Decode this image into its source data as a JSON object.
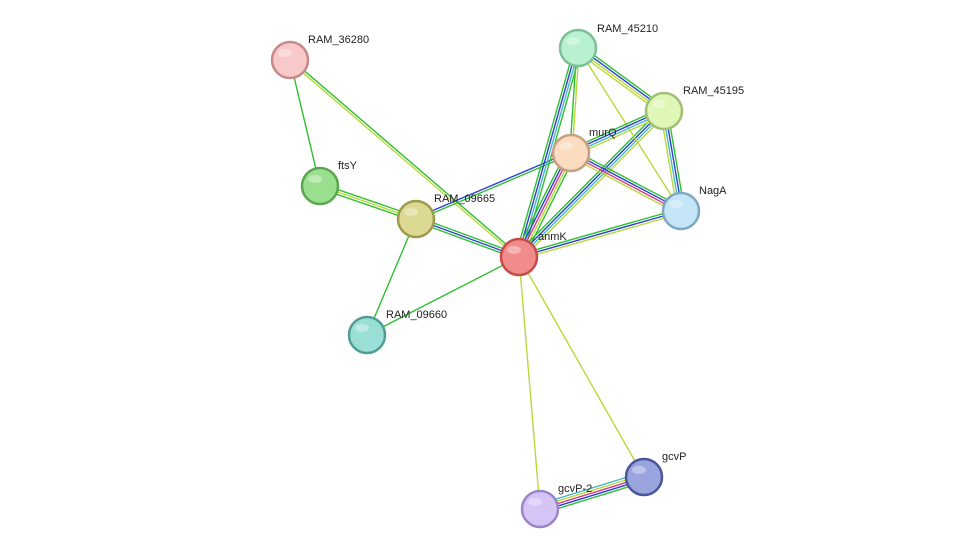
{
  "network": {
    "nodes": [
      {
        "id": "anmK",
        "label": "anmK",
        "fill": "#f28b8b",
        "stroke": "#c54b4b"
      },
      {
        "id": "RAM_36280",
        "label": "RAM_36280",
        "fill": "#f7c9c9",
        "stroke": "#c78a8a"
      },
      {
        "id": "ftsY",
        "label": "ftsY",
        "fill": "#9adf8e",
        "stroke": "#5aa54f"
      },
      {
        "id": "RAM_09665",
        "label": "RAM_09665",
        "fill": "#dcd992",
        "stroke": "#9e9a4a"
      },
      {
        "id": "RAM_09660",
        "label": "RAM_09660",
        "fill": "#9adfd6",
        "stroke": "#4f9d95"
      },
      {
        "id": "RAM_45210",
        "label": "RAM_45210",
        "fill": "#b8f1cf",
        "stroke": "#7bbf98"
      },
      {
        "id": "RAM_45195",
        "label": "RAM_45195",
        "fill": "#def7b6",
        "stroke": "#a1c076"
      },
      {
        "id": "murQ",
        "label": "murQ",
        "fill": "#fbdcc0",
        "stroke": "#c5a082"
      },
      {
        "id": "NagA",
        "label": "NagA",
        "fill": "#c4e4f7",
        "stroke": "#7ea8c2"
      },
      {
        "id": "gcvP",
        "label": "gcvP",
        "fill": "#9aa4de",
        "stroke": "#4b559c"
      },
      {
        "id": "gcvP-2",
        "label": "gcvP-2",
        "fill": "#d5c4f5",
        "stroke": "#9a86c4"
      }
    ],
    "edges": [
      {
        "from": "RAM_36280",
        "to": "ftsY",
        "colors": [
          "#2fbf2f"
        ]
      },
      {
        "from": "RAM_36280",
        "to": "anmK",
        "colors": [
          "#2fbf2f",
          "#b8d93a"
        ]
      },
      {
        "from": "ftsY",
        "to": "RAM_09665",
        "colors": [
          "#2fbf2f",
          "#b8d93a",
          "#2fbf2f"
        ]
      },
      {
        "from": "RAM_09665",
        "to": "anmK",
        "colors": [
          "#2fbf2f",
          "#2a3fd0",
          "#2fbf2f"
        ]
      },
      {
        "from": "RAM_09665",
        "to": "RAM_09660",
        "colors": [
          "#2fbf2f"
        ]
      },
      {
        "from": "RAM_09665",
        "to": "murQ",
        "colors": [
          "#2a3fd0",
          "#2fbf2f"
        ]
      },
      {
        "from": "RAM_09660",
        "to": "anmK",
        "colors": [
          "#2fbf2f"
        ]
      },
      {
        "from": "anmK",
        "to": "RAM_45210",
        "colors": [
          "#2fbf2f",
          "#2a3fd0",
          "#48b7c9",
          "#2fbf2f"
        ]
      },
      {
        "from": "anmK",
        "to": "murQ",
        "colors": [
          "#2fbf2f",
          "#2a3fd0",
          "#d23c8a",
          "#b8d93a",
          "#2fbf2f"
        ]
      },
      {
        "from": "anmK",
        "to": "RAM_45195",
        "colors": [
          "#2fbf2f",
          "#2a3fd0",
          "#48b7c9",
          "#b8d93a"
        ]
      },
      {
        "from": "anmK",
        "to": "NagA",
        "colors": [
          "#2fbf2f",
          "#2a3fd0",
          "#b8d93a"
        ]
      },
      {
        "from": "anmK",
        "to": "gcvP",
        "colors": [
          "#b8d93a"
        ]
      },
      {
        "from": "anmK",
        "to": "gcvP-2",
        "colors": [
          "#b8d93a"
        ]
      },
      {
        "from": "RAM_45210",
        "to": "murQ",
        "colors": [
          "#b8d93a",
          "#2fbf2f"
        ]
      },
      {
        "from": "RAM_45210",
        "to": "RAM_45195",
        "colors": [
          "#2fbf2f",
          "#2a3fd0",
          "#b8d93a",
          "#b8d93a"
        ]
      },
      {
        "from": "RAM_45210",
        "to": "NagA",
        "colors": [
          "#b8d93a"
        ]
      },
      {
        "from": "murQ",
        "to": "RAM_45195",
        "colors": [
          "#2fbf2f",
          "#2a3fd0",
          "#48b7c9",
          "#b8d93a"
        ]
      },
      {
        "from": "murQ",
        "to": "NagA",
        "colors": [
          "#2fbf2f",
          "#2a3fd0",
          "#d23c8a",
          "#b8d93a"
        ]
      },
      {
        "from": "RAM_45195",
        "to": "NagA",
        "colors": [
          "#2fbf2f",
          "#2a3fd0",
          "#48b7c9",
          "#b8d93a"
        ]
      },
      {
        "from": "gcvP",
        "to": "gcvP-2",
        "colors": [
          "#2fbf2f",
          "#2a3fd0",
          "#d23c8a",
          "#b8d93a",
          "#48b7c9"
        ]
      }
    ]
  }
}
